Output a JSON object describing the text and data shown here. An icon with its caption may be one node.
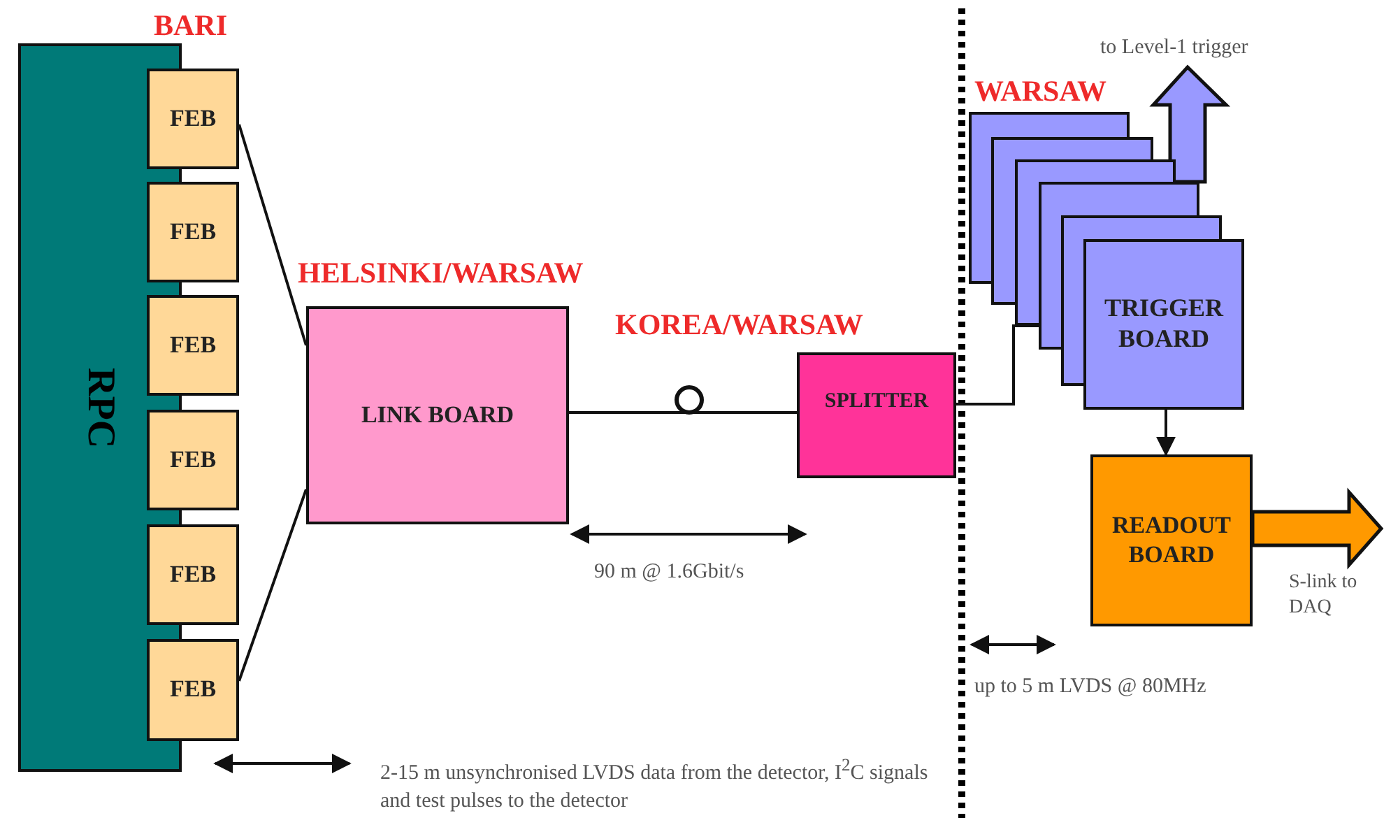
{
  "diagram": {
    "nodes": [
      {
        "text": [
          "RPC"
        ]
      },
      {
        "text": [
          "FEB"
        ]
      },
      {
        "text": [
          "FEB"
        ]
      },
      {
        "text": [
          "FEB"
        ]
      },
      {
        "text": [
          "FEB"
        ]
      },
      {
        "text": [
          "FEB"
        ]
      },
      {
        "text": [
          "FEB"
        ]
      },
      {
        "text": [
          "LINK BOARD"
        ],
        "beside": [
          "HELSINKI/WARSAW"
        ]
      },
      {
        "text": [
          "SPLITTER"
        ],
        "beside": [
          "KOREA/WARSAW"
        ]
      },
      {
        "text": [
          "TRIGGER BOARD"
        ]
      },
      {
        "text": [
          "READOUT BOARD"
        ]
      }
    ],
    "edges": [
      {
        "from": 1,
        "to": 7,
        "arrow": "none"
      },
      {
        "from": 6,
        "to": 7,
        "arrow": "none"
      },
      {
        "from": 7,
        "to": 8,
        "arrow": "none"
      },
      {
        "from": 8,
        "to": 9,
        "arrow": "to"
      },
      {
        "from": 9,
        "to": null,
        "arrow": "to",
        "label": "to Level-1 trigger",
        "style": "thick",
        "color": "#9999ff"
      },
      {
        "from": 9,
        "to": 10,
        "arrow": "to"
      },
      {
        "from": 10,
        "to": null,
        "arrow": "to",
        "label": "S-link to DAQ",
        "style": "thick",
        "color": "#ff9900"
      }
    ],
    "labels": [
      "BARI",
      "WARSAW",
      "90 m @ 1.6Gbit/s",
      "up to 5 m LVDS @ 80MHz",
      "2-15 m unsynchronised LVDS data from the detector, I$^{2}$C signals and test pulses to the detector"
    ]
  }
}
